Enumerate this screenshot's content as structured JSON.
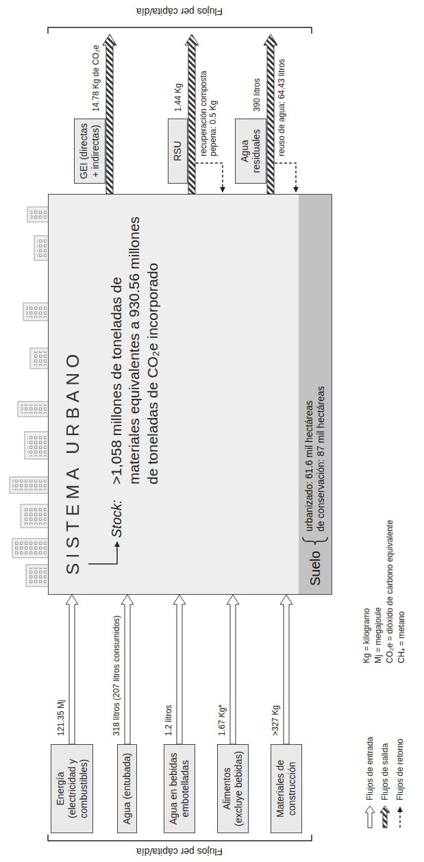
{
  "diagram": {
    "nodes": [
      {
        "text": [
          "Energía (electricidad y combustibles)"
        ]
      },
      {
        "text": [
          "Agua (entubada)"
        ]
      },
      {
        "text": [
          "Agua en bebidas embotelladas"
        ]
      },
      {
        "text": [
          "Alimentos (excluye bebidas)"
        ]
      },
      {
        "text": [
          "Materiales de construcción"
        ]
      },
      {
        "text": [
          "SISTEMA URBANO",
          "Stock:",
          ">1,058 millones de toneladas de materiales equivalentes a 930.56 millones de toneladas de CO₂e incorporado"
        ]
      },
      {
        "text": [
          "Suelo",
          "urbanizado: 61.6 mil hectáreas",
          "de conservación: 87 mil hectáreas"
        ],
        "in": 5
      },
      {
        "text": [
          "GEI (directas + indirectas)"
        ]
      },
      {
        "text": [
          "RSU"
        ]
      },
      {
        "text": [
          "Agua residuales"
        ]
      }
    ],
    "edges": [
      {
        "from": 0,
        "to": 5,
        "arrow": "to",
        "label": "121.35 Mj"
      },
      {
        "from": 1,
        "to": 5,
        "arrow": "to",
        "label": "318 litros (207 litros consumidos)"
      },
      {
        "from": 2,
        "to": 5,
        "arrow": "to",
        "label": "1.2 litros"
      },
      {
        "from": 3,
        "to": 5,
        "arrow": "to",
        "label": "1.67 Kg*"
      },
      {
        "from": 4,
        "to": 5,
        "arrow": "to",
        "label": ">327 Kg"
      }
    ],
    "labels": [
      "Flujos per cápita/día",
      "14.78 Kg de CO₂e",
      "1.44 Kg",
      "recuperación composta pepena: 0.5 Kg",
      "390 litros",
      "reuso de agua: 64.43 litros",
      "Flujos per cápita/día",
      "Kg = kilogramo",
      "Mj = megajoule",
      "CO₂e = dióxido de carbono equivalente",
      "CH₄ = metano"
    ],
    "legend": [
      {
        "text": "Flujos de entrada"
      },
      {
        "text": "Flujos de salida"
      },
      {
        "text": "Flujos de retorno"
      }
    ]
  }
}
